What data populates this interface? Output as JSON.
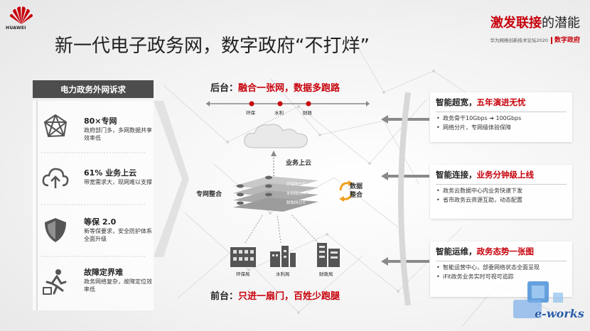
{
  "brand": {
    "logo_text": "HUAWEI",
    "tagline_red": "激发联接",
    "tagline_rest": "的潜能",
    "subtitle": "华为网络创新技术论坛2020",
    "tag": "数字政府"
  },
  "title": "新一代电子政务网，数字政府“不打烊”",
  "left_panel": {
    "header": "电力政务外网诉求",
    "items": [
      {
        "icon": "network-mesh-icon",
        "title": "80×专网",
        "desc": "政府部门多，多网数据共享效率低"
      },
      {
        "icon": "cloud-upload-icon",
        "title": "61% 业务上云",
        "desc": "带宽需求大，现网难以支撑"
      },
      {
        "icon": "shield-icon",
        "title": "等保 2.0",
        "desc": "新等保要求，安全防护体系全面升级"
      },
      {
        "icon": "running-person-icon",
        "title": "故障定界难",
        "desc": "政务网络复杂，故障定位效率低"
      }
    ]
  },
  "center": {
    "back_label": "后台：",
    "back_value": "融合一张网，数据多跑路",
    "back_nodes": [
      "环保",
      "水利",
      "财政"
    ],
    "cloud_label": "业务上云",
    "merge_label": "专网整合",
    "data_merge": "数据整合",
    "slices": [
      "环保网分片",
      "水利网分片",
      "财政网分片"
    ],
    "buildings": [
      "环保局",
      "水利局",
      "财政局"
    ],
    "front_label": "前台：",
    "front_value": "只进一扇门，百姓少跑腿"
  },
  "right_panel": [
    {
      "head_a": "智能超宽，",
      "head_b": "五年演进无忧",
      "items": [
        "政务骨干10Gbps ➔ 100Gbps",
        "网络分片，专网级体验保障"
      ]
    },
    {
      "head_a": "智能连接，",
      "head_b": "业务分钟级上线",
      "items": [
        "政务云数据中心内业务快速下发",
        "省市政务云资源互助，动态配置"
      ]
    },
    {
      "head_a": "智能运维，",
      "head_b": "政务态势一张图",
      "items": [
        "智能运营中心，部委网络状态全面呈现",
        "iFit政务业务实时可视可追踪"
      ]
    }
  ],
  "watermark": "e-works",
  "colors": {
    "accent": "#c7000b",
    "dark": "#4d4d4d",
    "orange": "#f0a020"
  }
}
